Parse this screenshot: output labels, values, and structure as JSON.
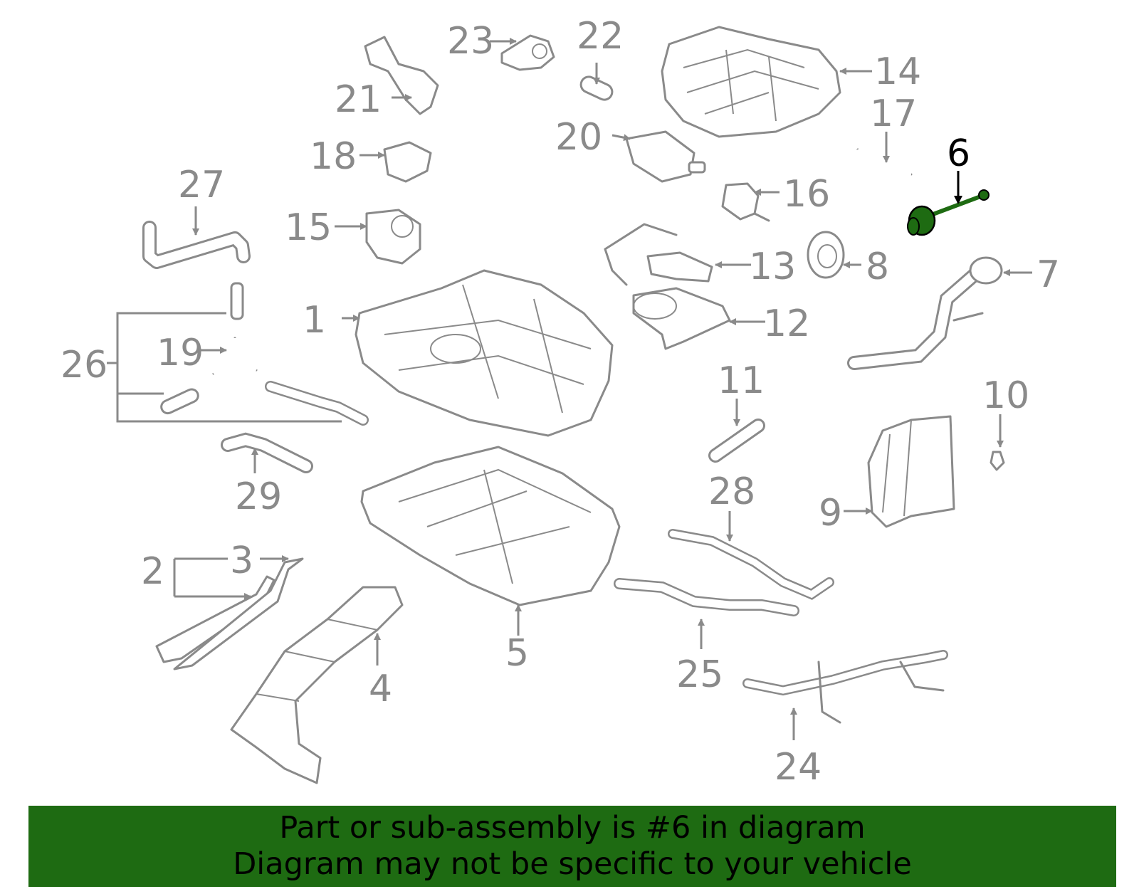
{
  "labels": {
    "l1": "1",
    "l2": "2",
    "l3": "3",
    "l4": "4",
    "l5": "5",
    "l6": "6",
    "l7": "7",
    "l8": "8",
    "l9": "9",
    "l10": "10",
    "l11": "11",
    "l12": "12",
    "l13": "13",
    "l14": "14",
    "l15": "15",
    "l16": "16",
    "l17": "17",
    "l18": "18",
    "l19": "19",
    "l20": "20",
    "l21": "21",
    "l22": "22",
    "l23": "23",
    "l24": "24",
    "l25": "25",
    "l26": "26",
    "l27": "27",
    "l28": "28",
    "l29": "29"
  },
  "highlight": {
    "part": "6",
    "color": "#1e6b12",
    "label_color": "#000000"
  },
  "banner": {
    "line1": "Part or sub-assembly is #6 in diagram",
    "line2": "Diagram may not be specific to your vehicle",
    "background": "#1e6b12"
  }
}
